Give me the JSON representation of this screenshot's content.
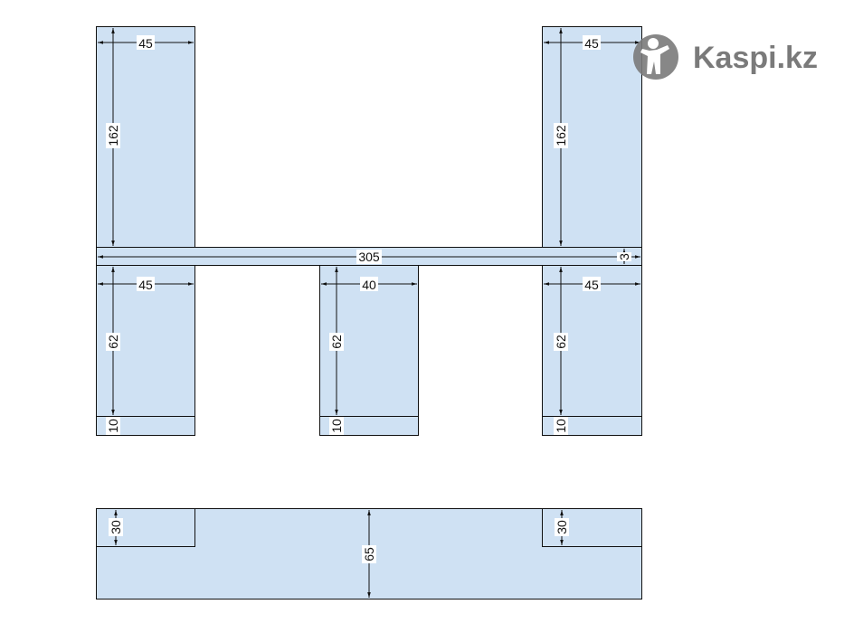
{
  "logo": {
    "text": "Kaspi.kz",
    "icon": "kaspi-people-icon",
    "color": "#7a7a7a"
  },
  "colors": {
    "part_fill": "#cfe1f3",
    "stroke": "#111111"
  },
  "dimensions": {
    "top_left_post_width": "45",
    "top_left_post_height": "162",
    "top_right_post_width": "45",
    "top_right_post_height": "162",
    "shelf_length": "305",
    "shelf_thickness": "3",
    "bottom_left_width": "45",
    "bottom_left_height": "62",
    "bottom_left_base": "10",
    "bottom_middle_width": "40",
    "bottom_middle_height": "62",
    "bottom_middle_base": "10",
    "bottom_right_width": "45",
    "bottom_right_height": "62",
    "bottom_right_base": "10",
    "base_left_notch": "30",
    "base_height": "65",
    "base_right_notch": "30"
  }
}
